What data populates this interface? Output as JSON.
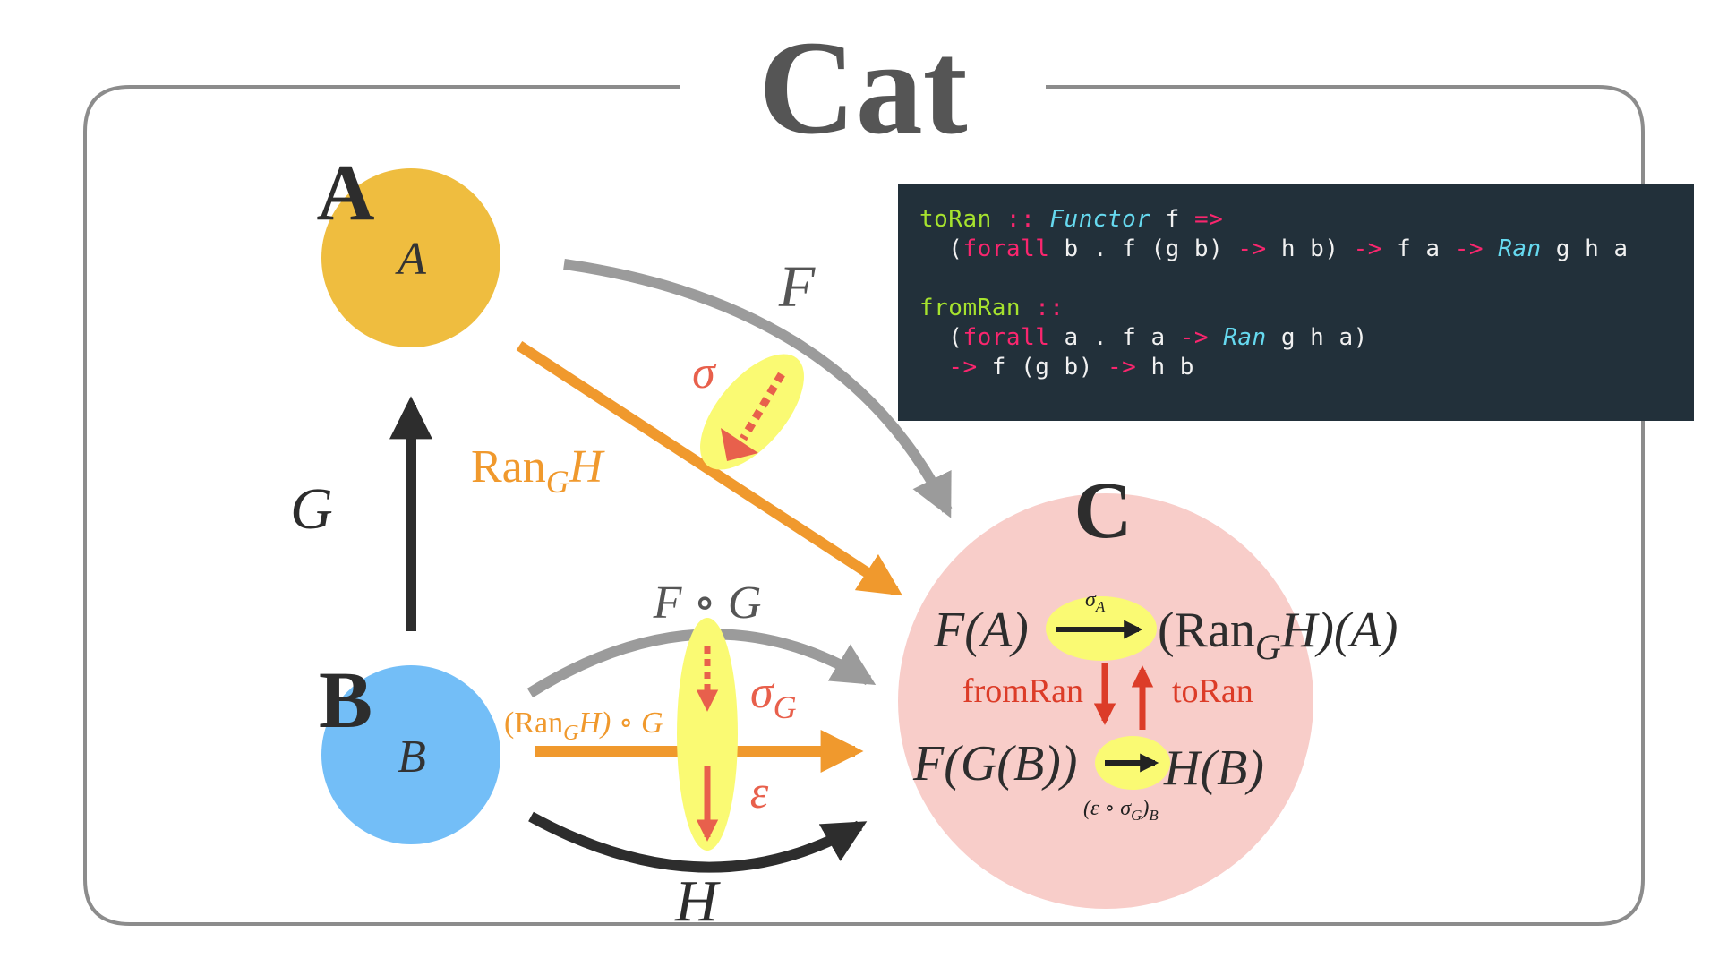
{
  "title": "Cat",
  "categories": {
    "A": {
      "name": "A",
      "object": "A",
      "color": "#efbd3f"
    },
    "B": {
      "name": "B",
      "object": "B",
      "color": "#73bef7"
    },
    "C": {
      "name": "C",
      "color": "#f8cdc9"
    }
  },
  "functors": {
    "F": "F",
    "G": "G",
    "H": "H",
    "FG": "F ∘ G",
    "ran": {
      "base": "Ran",
      "sub": "G",
      "tail": "H"
    },
    "ran_g": {
      "open": "(Ran",
      "sub": "G",
      "tail": "H) ∘ G"
    }
  },
  "nat_trans": {
    "sigma": "σ",
    "sigma_g": {
      "base": "σ",
      "sub": "G"
    },
    "epsilon": "ε"
  },
  "inner": {
    "FA": "F(A)",
    "ranHA": {
      "open": "(Ran",
      "sub": "G",
      "tail": "H)(A)"
    },
    "FGB": "F(G(B))",
    "HB": "H(B)",
    "sigma_A": {
      "base": "σ",
      "sub": "A"
    },
    "comp": {
      "open": "(ε ∘ σ",
      "sub": "G",
      "close": ")",
      "sub2": "B"
    },
    "fromRan": "fromRan",
    "toRan": "toRan"
  },
  "code": {
    "line1": {
      "fn": "toRan",
      "op": " :: ",
      "type": "Functor",
      "rest": " f ",
      "arrow": "=>"
    },
    "line2": [
      "  (",
      "forall",
      " b . f (g b) ",
      "->",
      " h b) ",
      "->",
      " f a ",
      "->",
      " ",
      "Ran",
      " g h a"
    ],
    "line4": {
      "fn": "fromRan",
      "op": " ::"
    },
    "line5": [
      "  (",
      "forall",
      " a . f a ",
      "->",
      " ",
      "Ran",
      " g h a)"
    ],
    "line6": [
      "  ",
      "->",
      " f (g b) ",
      "->",
      " h b"
    ]
  },
  "colors": {
    "gray_arrow": "#9b9b9b",
    "orange": "#f0992d",
    "red": "#e8604c",
    "highlight": "#fafa73",
    "dark": "#2d2d2d",
    "frame": "#8c8c8c"
  }
}
